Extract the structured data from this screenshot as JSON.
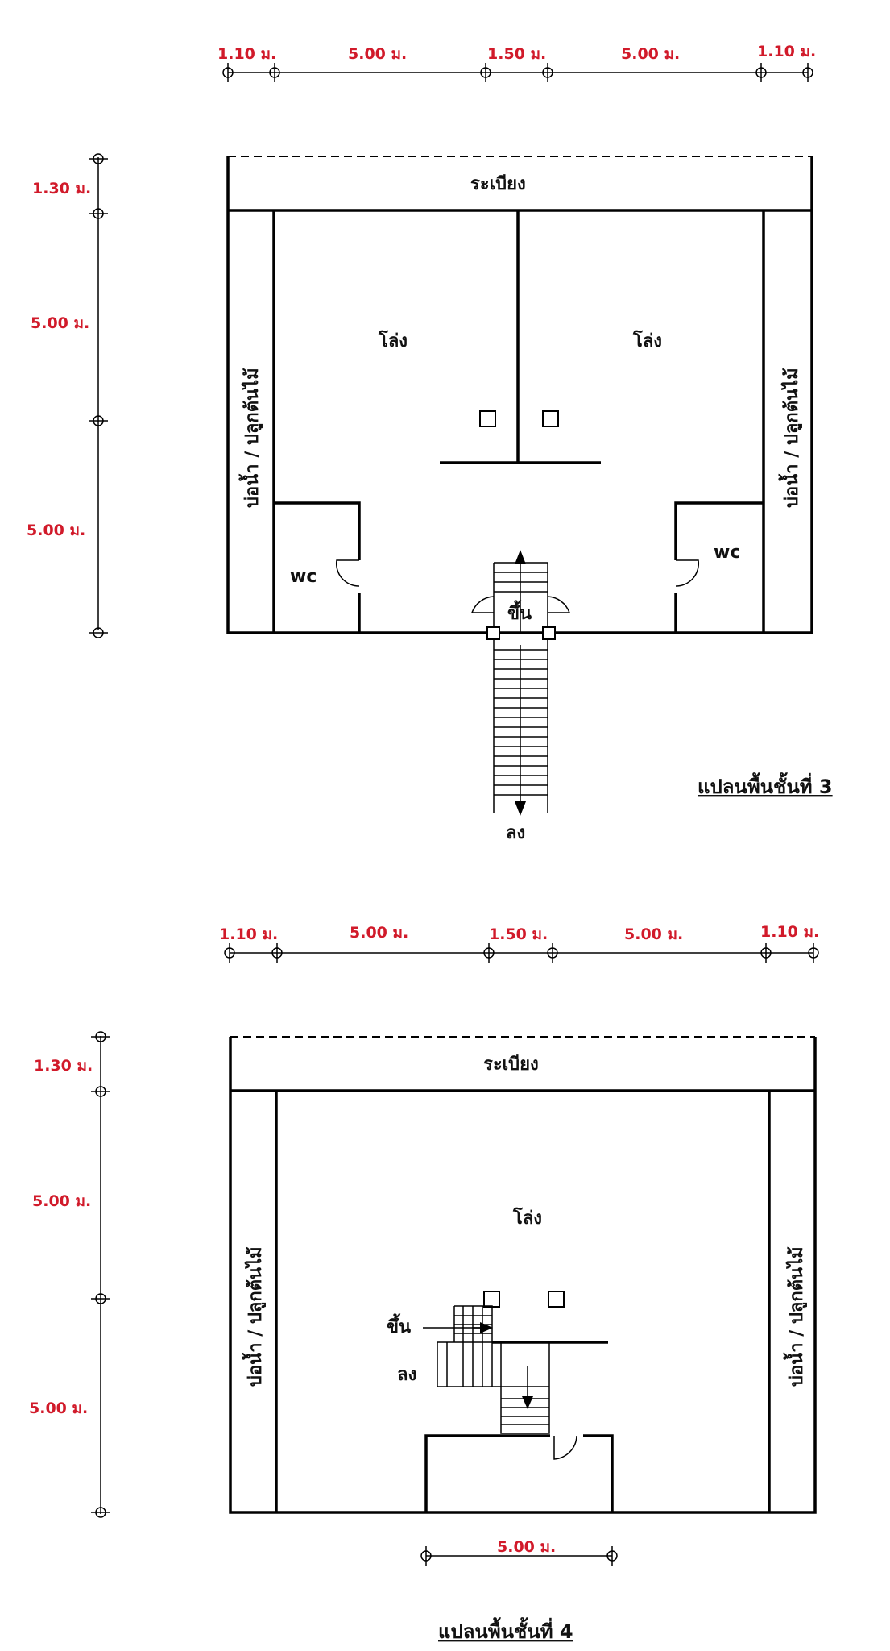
{
  "floor3": {
    "top_dims": [
      "1.10 ม.",
      "5.00 ม.",
      "1.50 ม.",
      "5.00 ม.",
      "1.10 ม."
    ],
    "side_dims": [
      "1.30 ม.",
      "5.00 ม.",
      "5.00 ม."
    ],
    "balcony": "ระเบียง",
    "room_left": "โล่ง",
    "room_right": "โล่ง",
    "side_left": "บ่อน้ำ / ปลูกต้นไม้",
    "side_right": "บ่อน้ำ / ปลูกต้นไม้",
    "wc_left": "wc",
    "wc_right": "wc",
    "stair_up": "ขึ้น",
    "stair_down": "ลง",
    "title": "แปลนพื้นชั้นที่ 3"
  },
  "floor4": {
    "top_dims": [
      "1.10 ม.",
      "5.00 ม.",
      "1.50 ม.",
      "5.00 ม.",
      "1.10 ม."
    ],
    "side_dims": [
      "1.30 ม.",
      "5.00 ม.",
      "5.00 ม."
    ],
    "balcony": "ระเบียง",
    "room": "โล่ง",
    "side_left": "บ่อน้ำ / ปลูกต้นไม้",
    "side_right": "บ่อน้ำ / ปลูกต้นไม้",
    "stair_up": "ขึ้น",
    "stair_down": "ลง",
    "bottom_dim": "5.00 ม.",
    "title": "แปลนพื้นชั้นที่ 4"
  },
  "colors": {
    "dimension": "#d11a2a",
    "line": "#000000"
  }
}
